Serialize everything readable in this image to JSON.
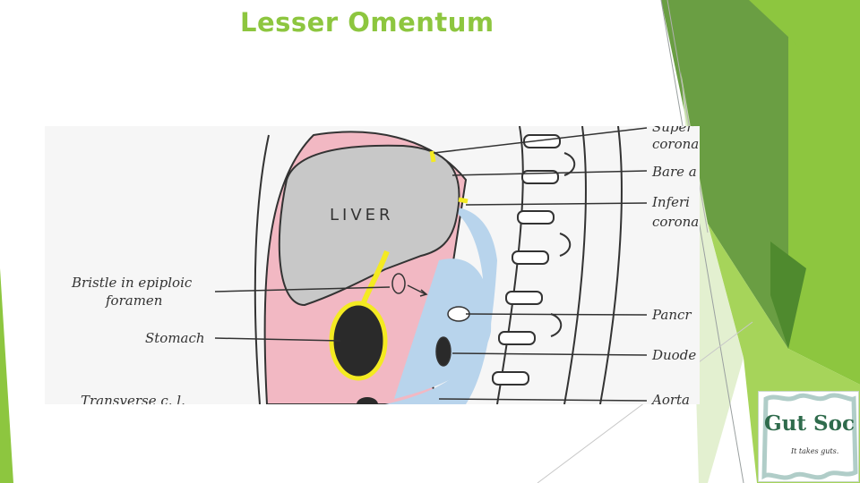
{
  "slide": {
    "title": "Lesser Omentum"
  },
  "diagram": {
    "organ_label": "LIVER",
    "left_labels": {
      "bristle_line1": "Bristle in epiploic",
      "bristle_line2": "foramen",
      "stomach": "Stomach",
      "transverse": "Transverse c. l."
    },
    "right_labels": {
      "superior_coronary_1": "Super",
      "superior_coronary_2": "corona",
      "bare_area": "Bare a",
      "inferior_coronary_1": "Inferi",
      "inferior_coronary_2": "corona",
      "pancreas": "Pancr",
      "duodenum": "Duode",
      "aorta": "Aorta"
    },
    "colors": {
      "peritoneal_pink": "#f2b8c3",
      "lesser_sac_blue": "#b8d4ec",
      "omentum_yellow": "#f4ea22",
      "liver_grey": "#c8c8c8"
    }
  },
  "logo": {
    "title": "Gut Soc",
    "tagline": "It takes guts."
  },
  "theme": {
    "accent_green": "#8dc63f",
    "dark_green": "#6aa84f"
  }
}
